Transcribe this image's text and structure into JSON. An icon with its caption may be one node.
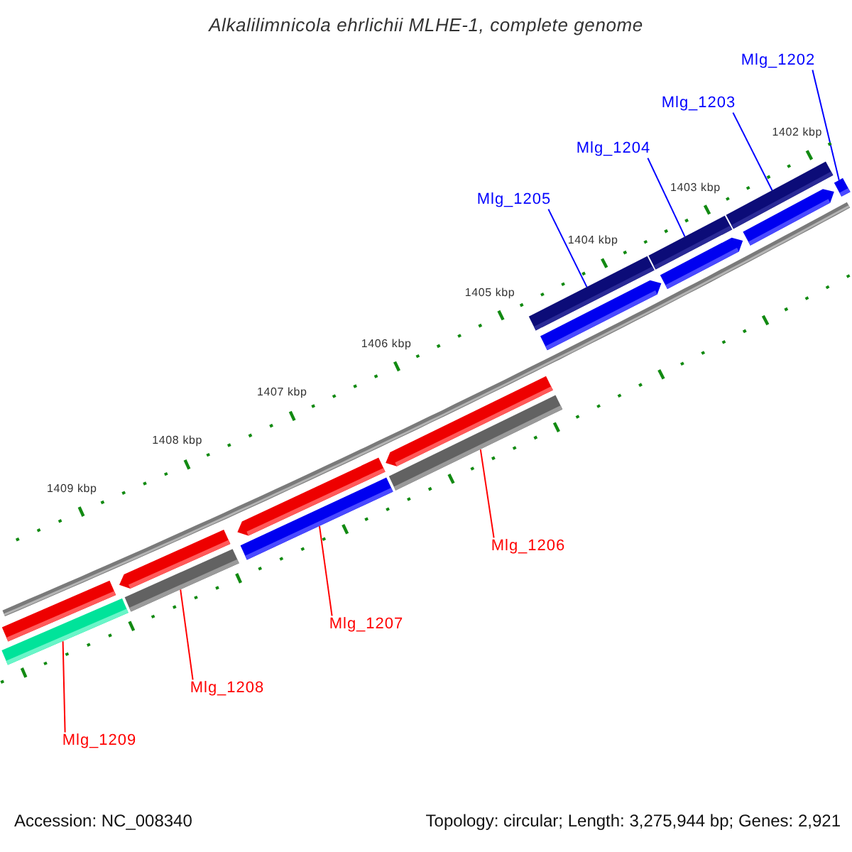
{
  "diagram": {
    "title": "Alkalilimnicola ehrlichii MLHE-1, complete genome",
    "nodes": [
      {
        "text": [
          "Mlg_1202"
        ]
      },
      {
        "text": [],
        "shape": "bar"
      },
      {
        "text": [
          "Mlg_1203"
        ]
      },
      {
        "text": [],
        "shape": "bar"
      },
      {
        "text": [
          "Mlg_1204"
        ]
      },
      {
        "text": [],
        "shape": "bar"
      },
      {
        "text": [
          "Mlg_1205"
        ]
      },
      {
        "text": [],
        "shape": "bar"
      },
      {
        "text": [
          "Mlg_1206"
        ]
      },
      {
        "text": [],
        "shape": "bar"
      },
      {
        "text": [
          "Mlg_1207"
        ]
      },
      {
        "text": [],
        "shape": "bar"
      },
      {
        "text": [
          "Mlg_1208"
        ]
      },
      {
        "text": [],
        "shape": "bar"
      },
      {
        "text": [
          "Mlg_1209"
        ]
      },
      {
        "text": [],
        "shape": "bar"
      }
    ],
    "edges": [
      {
        "from": 0,
        "to": 1,
        "arrow": "none",
        "color": "#0000ff"
      },
      {
        "from": 2,
        "to": 3,
        "arrow": "none",
        "color": "#0000ff"
      },
      {
        "from": 4,
        "to": 5,
        "arrow": "none",
        "color": "#0000ff"
      },
      {
        "from": 6,
        "to": 7,
        "arrow": "none",
        "color": "#0000ff"
      },
      {
        "from": 8,
        "to": 9,
        "arrow": "none",
        "color": "#ff0000"
      },
      {
        "from": 10,
        "to": 11,
        "arrow": "none",
        "color": "#ff0000"
      },
      {
        "from": 12,
        "to": 13,
        "arrow": "none",
        "color": "#ff0000"
      },
      {
        "from": 14,
        "to": 15,
        "arrow": "none",
        "color": "#ff0000"
      }
    ],
    "labels": [
      "1402 kbp",
      "1403 kbp",
      "1404 kbp",
      "1405 kbp",
      "1406 kbp",
      "1407 kbp",
      "1408 kbp",
      "1409 kbp",
      "Accession: NC_008340",
      "Topology: circular; Length: 3,275,944 bp; Genes: 2,921"
    ]
  }
}
